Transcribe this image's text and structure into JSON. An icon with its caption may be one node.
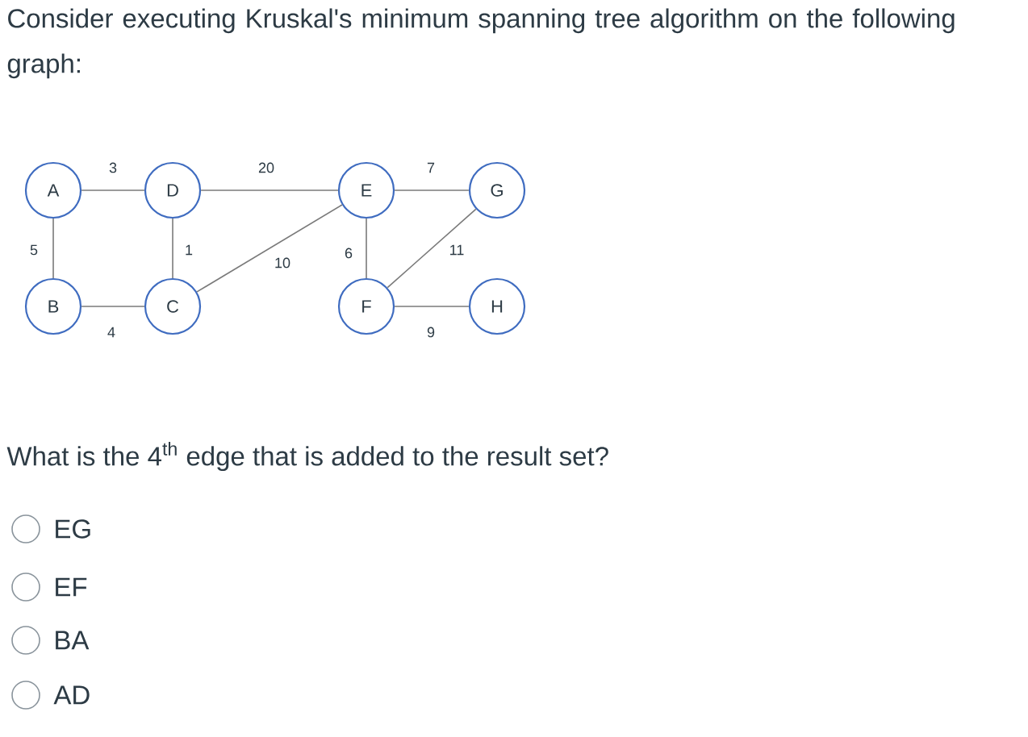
{
  "diagram": {
    "nodes": [
      {
        "text": [
          "A"
        ]
      },
      {
        "text": [
          "D"
        ]
      },
      {
        "text": [
          "E"
        ]
      },
      {
        "text": [
          "G"
        ]
      },
      {
        "text": [
          "B"
        ]
      },
      {
        "text": [
          "C"
        ]
      },
      {
        "text": [
          "F"
        ]
      },
      {
        "text": [
          "H"
        ]
      }
    ],
    "edges": [
      {
        "from": 0,
        "to": 1,
        "arrow": "none",
        "label": "3"
      },
      {
        "from": 1,
        "to": 2,
        "arrow": "none",
        "label": "20"
      },
      {
        "from": 2,
        "to": 3,
        "arrow": "none",
        "label": "7"
      },
      {
        "from": 0,
        "to": 4,
        "arrow": "none",
        "label": "5"
      },
      {
        "from": 1,
        "to": 5,
        "arrow": "none",
        "label": "1"
      },
      {
        "from": 5,
        "to": 2,
        "arrow": "none",
        "label": "10"
      },
      {
        "from": 2,
        "to": 6,
        "arrow": "none",
        "label": "6"
      },
      {
        "from": 6,
        "to": 3,
        "arrow": "none",
        "label": "11"
      },
      {
        "from": 4,
        "to": 5,
        "arrow": "none",
        "label": "4"
      },
      {
        "from": 6,
        "to": 7,
        "arrow": "none",
        "label": "9"
      }
    ],
    "labels": [
      "Consider executing Kruskal's minimum spanning tree algorithm on the following graph:",
      "What is the 4$^{th}$ edge that is added to the result set?",
      "EG",
      "EF",
      "BA",
      "AD"
    ]
  }
}
